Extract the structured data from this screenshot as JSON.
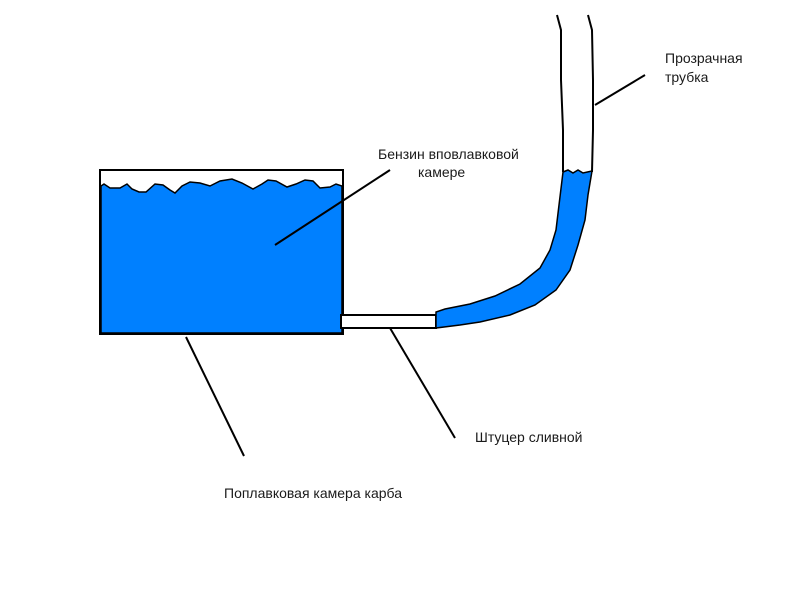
{
  "labels": {
    "fuel_line1": "Бензин вповлавковой",
    "fuel_line2": "камере",
    "tube_line1": "Прозрачная",
    "tube_line2": "трубка",
    "fitting": "Штуцер сливной",
    "chamber": "Поплавковая камера карба"
  },
  "colors": {
    "fuel": "#0080FF",
    "outline": "#000000"
  }
}
